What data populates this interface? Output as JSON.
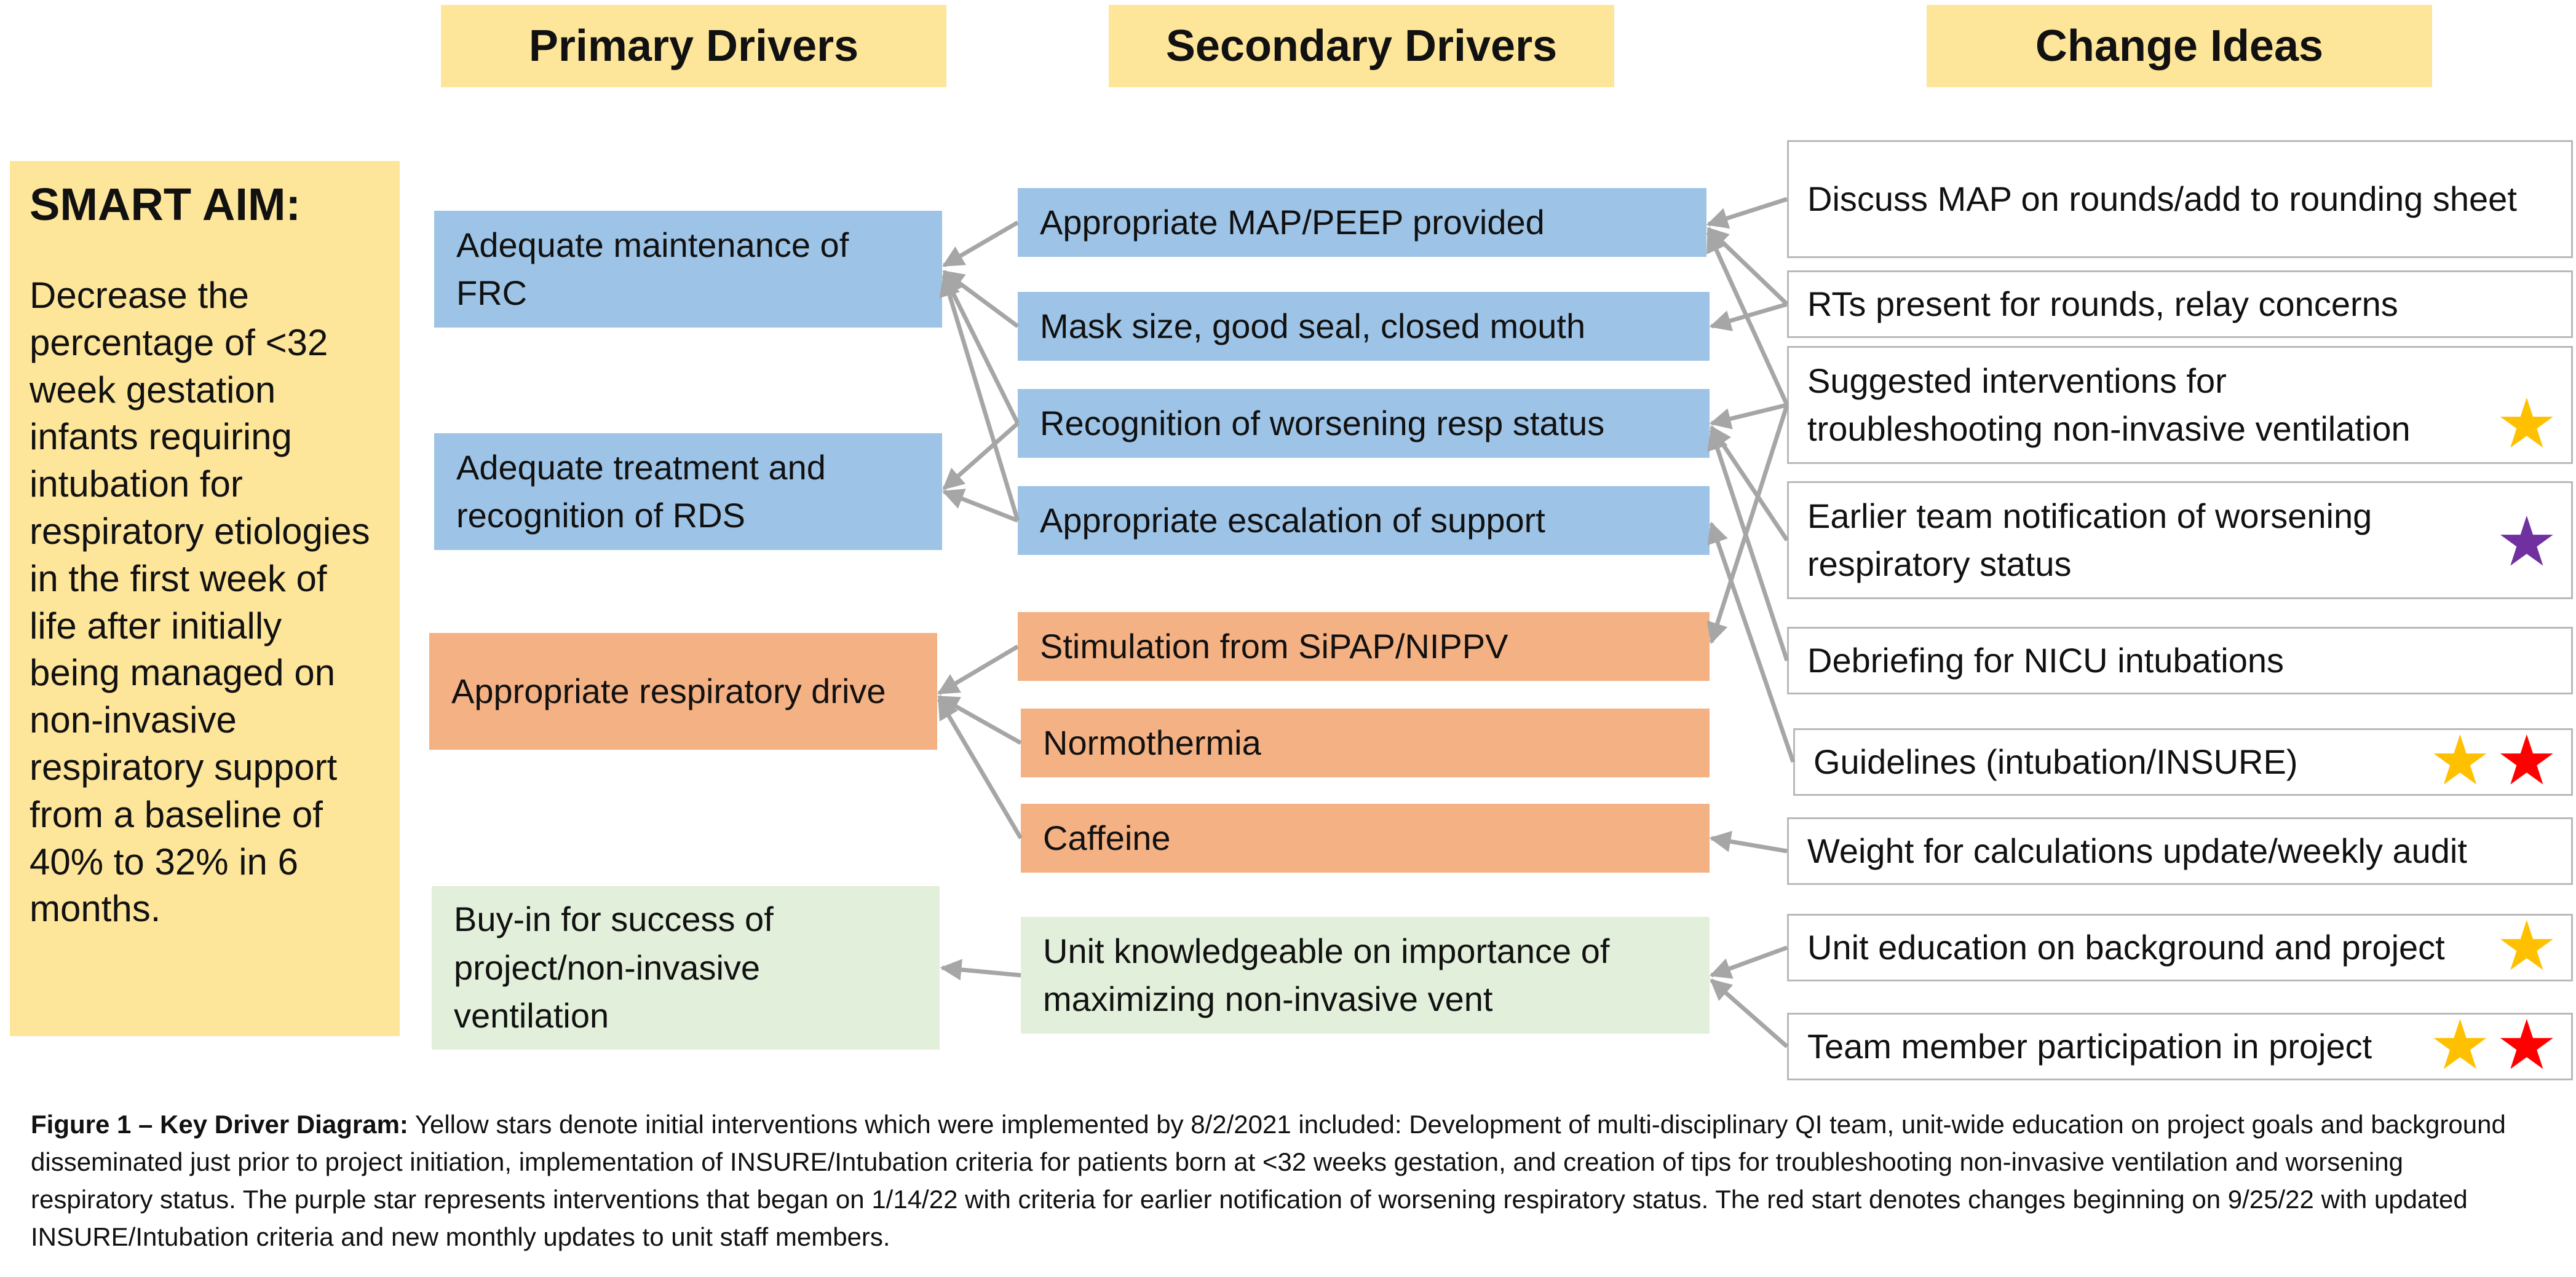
{
  "colors": {
    "header_bg": "#fde59a",
    "aim_bg": "#fde59a",
    "blue": "#9dc3e6",
    "orange": "#f4b183",
    "green": "#e2efda",
    "arrow": "#a6a6a6",
    "star_yellow": "#ffc000",
    "star_purple": "#7030a0",
    "star_red": "#ff0000"
  },
  "headers": {
    "primary": "Primary Drivers",
    "secondary": "Secondary Drivers",
    "change": "Change Ideas"
  },
  "aim": {
    "title": "SMART AIM:",
    "text": "Decrease the percentage of <32 week gestation infants requiring intubation for respiratory etiologies in the first week of life after initially being managed on non-invasive respiratory support from a baseline of 40% to 32% in 6 months."
  },
  "primary": [
    {
      "label": "Adequate maintenance of FRC",
      "color": "blue"
    },
    {
      "label": "Adequate treatment and recognition of RDS",
      "color": "blue"
    },
    {
      "label": "Appropriate respiratory drive",
      "color": "orange"
    },
    {
      "label": "Buy-in for success of project/non-invasive ventilation",
      "color": "green"
    }
  ],
  "secondary": [
    {
      "label": "Appropriate MAP/PEEP provided",
      "color": "blue"
    },
    {
      "label": "Mask size, good seal, closed mouth",
      "color": "blue"
    },
    {
      "label": "Recognition of worsening resp status",
      "color": "blue"
    },
    {
      "label": "Appropriate escalation of support",
      "color": "blue"
    },
    {
      "label": "Stimulation from SiPAP/NIPPV",
      "color": "orange"
    },
    {
      "label": "Normothermia",
      "color": "orange"
    },
    {
      "label": "Caffeine",
      "color": "orange"
    },
    {
      "label": "Unit knowledgeable on importance of maximizing non-invasive vent",
      "color": "green"
    }
  ],
  "changes": [
    {
      "label": "Discuss MAP on rounds/add to rounding sheet",
      "stars": []
    },
    {
      "label": "RTs present for rounds, relay concerns",
      "stars": []
    },
    {
      "label": "Suggested interventions for troubleshooting non-invasive ventilation",
      "stars": [
        "yellow"
      ]
    },
    {
      "label": "Earlier team notification of worsening respiratory status",
      "stars": [
        "purple"
      ]
    },
    {
      "label": "Debriefing for NICU intubations",
      "stars": []
    },
    {
      "label": "Guidelines (intubation/INSURE)",
      "stars": [
        "yellow",
        "red"
      ]
    },
    {
      "label": "Weight for calculations update/weekly audit",
      "stars": []
    },
    {
      "label": "Unit education on background and project",
      "stars": [
        "yellow"
      ]
    },
    {
      "label": "Team member participation in project",
      "stars": [
        "yellow",
        "red"
      ]
    }
  ],
  "caption": {
    "bold": "Figure 1 – Key Driver Diagram:",
    "text": " Yellow stars denote initial interventions which were implemented by 8/2/2021 included: Development of multi-disciplinary QI team, unit-wide education on project goals and background disseminated just prior to project initiation, implementation of INSURE/Intubation criteria for patients born at <32 weeks gestation, and creation of tips for troubleshooting non-invasive ventilation and worsening respiratory status. The purple star represents interventions that began on 1/14/22 with criteria for earlier notification of worsening respiratory status. The red start denotes changes beginning on 9/25/22 with updated INSURE/Intubation criteria and new monthly updates to unit staff members."
  }
}
